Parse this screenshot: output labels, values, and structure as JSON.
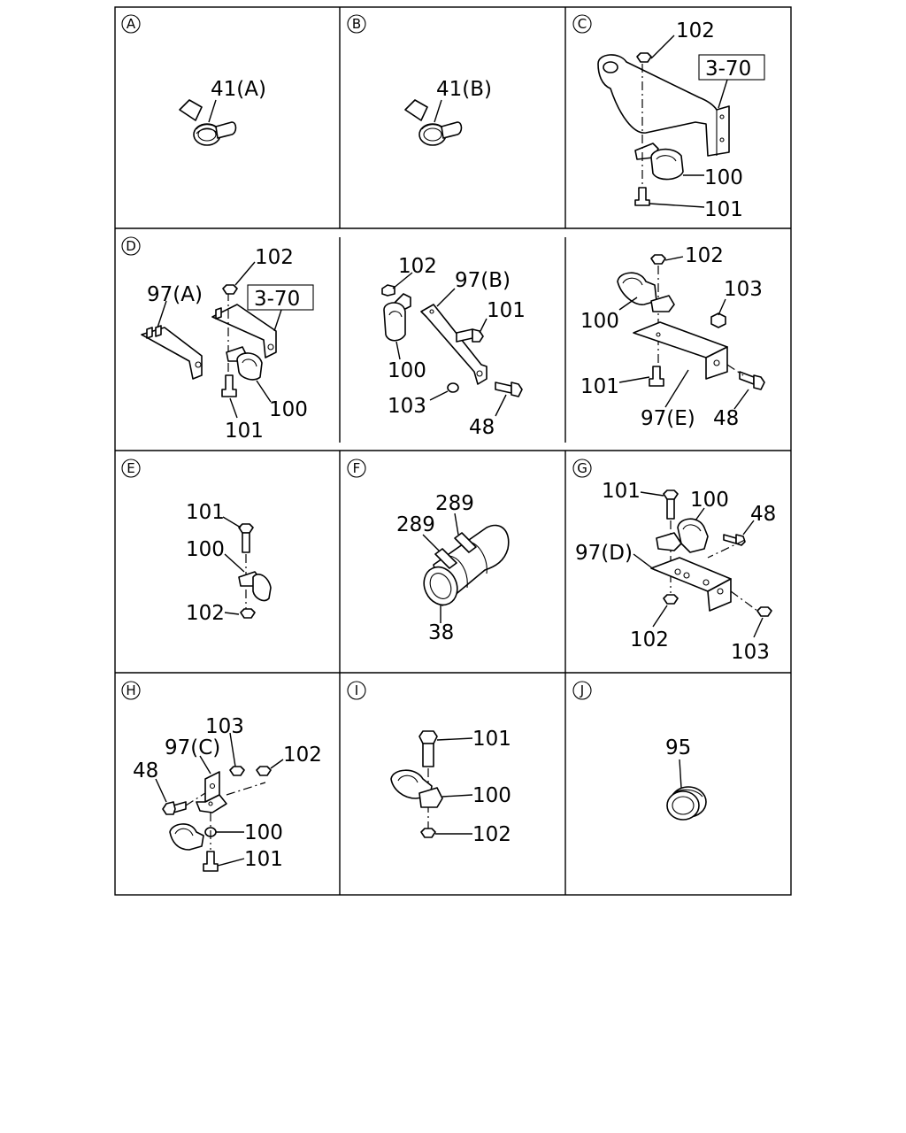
{
  "panels": {
    "A": {
      "letter": "A",
      "labels": {
        "p41a": "41(A)"
      }
    },
    "B": {
      "letter": "B",
      "labels": {
        "p41b": "41(B)"
      }
    },
    "C": {
      "letter": "C",
      "labels": {
        "p102": "102",
        "ref": "3-70",
        "p100": "100",
        "p101": "101"
      }
    },
    "D": {
      "letter": "D",
      "labels": {
        "p102": "102",
        "p97a": "97(A)",
        "ref": "3-70",
        "p100": "100",
        "p101": "101"
      }
    },
    "D2": {
      "labels": {
        "p102": "102",
        "p97b": "97(B)",
        "p101": "101",
        "p100": "100",
        "p103": "103",
        "p48": "48"
      }
    },
    "D3": {
      "labels": {
        "p102": "102",
        "p103": "103",
        "p100": "100",
        "p101": "101",
        "p97e": "97(E)",
        "p48": "48"
      }
    },
    "E": {
      "letter": "E",
      "labels": {
        "p101": "101",
        "p100": "100",
        "p102": "102"
      }
    },
    "F": {
      "letter": "F",
      "labels": {
        "p289a": "289",
        "p289b": "289",
        "p38": "38"
      }
    },
    "G": {
      "letter": "G",
      "labels": {
        "p101": "101",
        "p100": "100",
        "p48": "48",
        "p97d": "97(D)",
        "p102": "102",
        "p103": "103"
      }
    },
    "H": {
      "letter": "H",
      "labels": {
        "p103": "103",
        "p97c": "97(C)",
        "p102": "102",
        "p48": "48",
        "p100": "100",
        "p101": "101"
      }
    },
    "I": {
      "letter": "I",
      "labels": {
        "p101": "101",
        "p100": "100",
        "p102": "102"
      }
    },
    "J": {
      "letter": "J",
      "labels": {
        "p95": "95"
      }
    }
  }
}
